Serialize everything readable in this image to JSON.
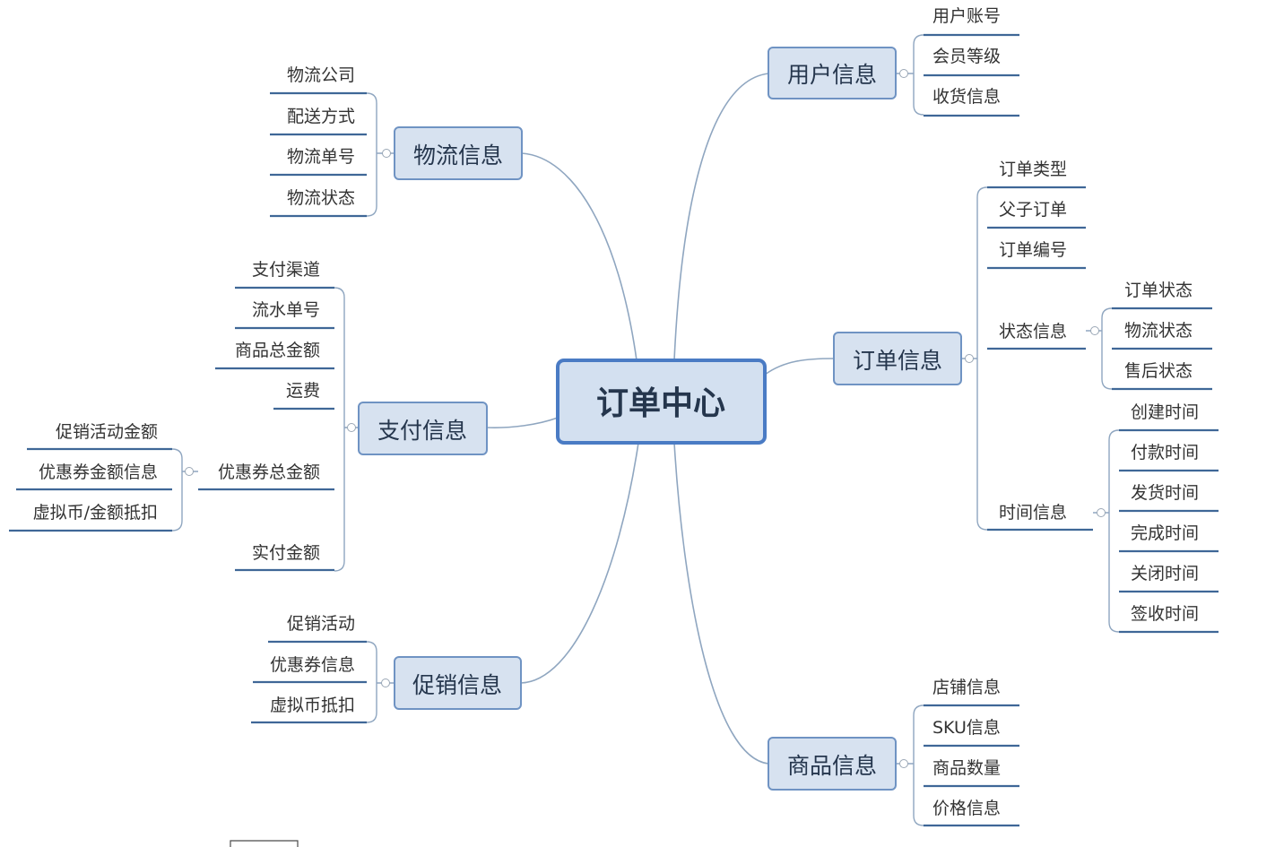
{
  "root": {
    "label": "订单中心"
  },
  "branches": {
    "user": {
      "label": "用户信息",
      "children": [
        "用户账号",
        "会员等级",
        "收货信息"
      ]
    },
    "logistics": {
      "label": "物流信息",
      "children": [
        "物流公司",
        "配送方式",
        "物流单号",
        "物流状态"
      ]
    },
    "payment": {
      "label": "支付信息",
      "children": [
        "支付渠道",
        "流水单号",
        "商品总金额",
        "运费",
        "优惠券总金额",
        "实付金额"
      ],
      "coupon_children": [
        "促销活动金额",
        "优惠券金额信息",
        "虚拟币/金额抵扣"
      ]
    },
    "order": {
      "label": "订单信息",
      "children": [
        "订单类型",
        "父子订单",
        "订单编号",
        "状态信息",
        "时间信息"
      ],
      "status_children": [
        "订单状态",
        "物流状态",
        "售后状态"
      ],
      "time_children": [
        "创建时间",
        "付款时间",
        "发货时间",
        "完成时间",
        "关闭时间",
        "签收时间"
      ]
    },
    "promotion": {
      "label": "促销信息",
      "children": [
        "促销活动",
        "优惠券信息",
        "虚拟币抵扣"
      ]
    },
    "product": {
      "label": "商品信息",
      "children": [
        "店铺信息",
        "SKU信息",
        "商品数量",
        "价格信息"
      ]
    }
  },
  "colors": {
    "root_fill": "#d3e0f0",
    "root_border": "#4a7bc4",
    "node_fill": "#d7e2f0",
    "node_border": "#6f93c3",
    "connector": "#8fa6c0",
    "underline": "#3f6797"
  }
}
